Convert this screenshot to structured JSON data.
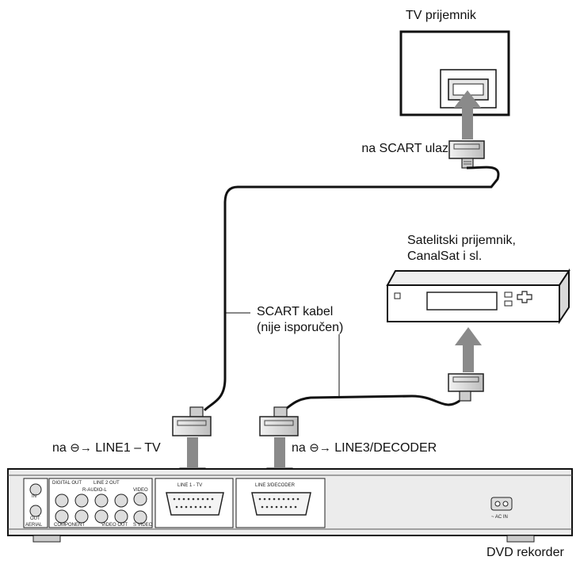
{
  "labels": {
    "tv": "TV prijemnik",
    "scart_in": "na SCART ulaz",
    "sat_line1": "Satelitski prijemnik,",
    "sat_line2": "CanalSat i sl.",
    "cable_line1": "SCART kabel",
    "cable_line2": "(nije isporučen)",
    "line1_prefix": "na",
    "line1_suffix": "LINE1 – TV",
    "line3_prefix": "na",
    "line3_suffix": "LINE3/DECODER",
    "dvd": "DVD rekorder"
  },
  "panel_labels": {
    "line1_tv": "LINE 1 - TV",
    "line3_decoder": "LINE 3/DECODER",
    "digital_out": "DIGITAL OUT",
    "line2_out": "LINE 2 OUT",
    "raudio": "R-AUDIO-L",
    "video": "VIDEO",
    "in": "IN",
    "out": "OUT",
    "aerial": "AERIAL",
    "component": "COMPONENT",
    "video_out": "VIDEO OUT",
    "s_video": "S VIDEO",
    "ac_in": "~ AC IN"
  },
  "icons": {
    "connector_arrow": "line-input-arrow-icon"
  }
}
